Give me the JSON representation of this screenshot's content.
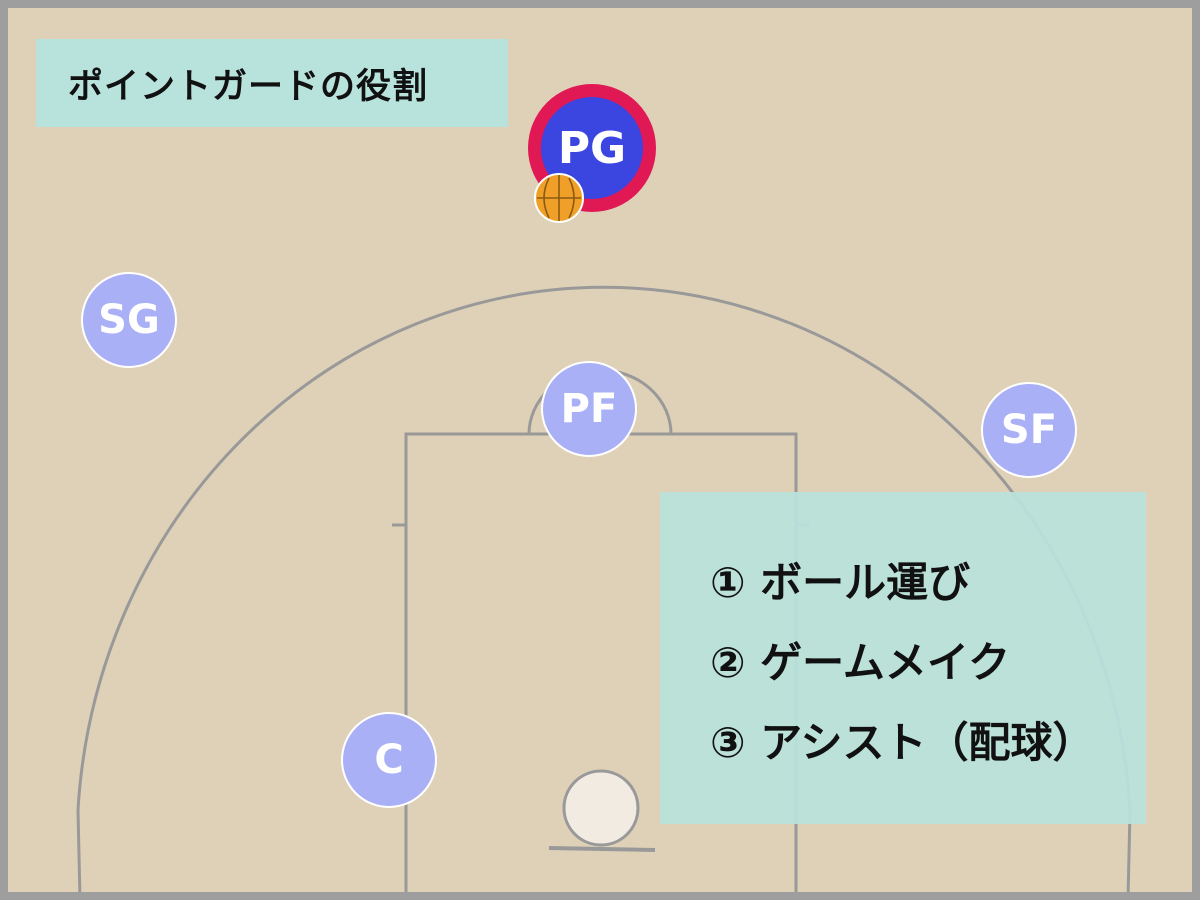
{
  "title": "ポイントガードの役割",
  "players": {
    "pg": "PG",
    "sg": "SG",
    "pf": "PF",
    "sf": "SF",
    "c": "C"
  },
  "roles": [
    "① ボール運び",
    "② ゲームメイク",
    "③ アシスト（配球）"
  ],
  "colors": {
    "background": "#dfd1b8",
    "frame": "#9e9e9e",
    "court_lines": "#999999",
    "label_box": "#b8e2dc",
    "player": "#aab0f5",
    "pg_fill": "#3b45e0",
    "pg_ring": "#e01955",
    "ball": "#f0a028"
  },
  "icons": {
    "ball": "basketball-icon",
    "hoop": "rim-icon"
  }
}
